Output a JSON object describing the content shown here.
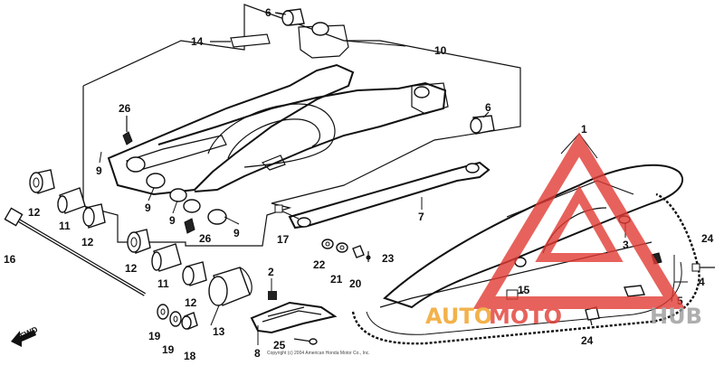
{
  "diagram": {
    "callouts": {
      "c1": "1",
      "c2": "2",
      "c3": "3",
      "c4": "4",
      "c5": "5",
      "c6a": "6",
      "c6b": "6",
      "c7": "7",
      "c8": "8",
      "c9a": "9",
      "c9b": "9",
      "c9c": "9",
      "c9d": "9",
      "c10": "10",
      "c11a": "11",
      "c11b": "11",
      "c12a": "12",
      "c12b": "12",
      "c12c": "12",
      "c12d": "12",
      "c13": "13",
      "c14": "14",
      "c15": "15",
      "c16": "16",
      "c17": "17",
      "c18": "18",
      "c19a": "19",
      "c19b": "19",
      "c20": "20",
      "c21": "21",
      "c22": "22",
      "c23": "23",
      "c24a": "24",
      "c24b": "24",
      "c25": "25",
      "c26a": "26",
      "c26b": "26"
    },
    "fwd_label": "FWD",
    "copyright": "Copyright (c) 2004 American Honda Motor Co., Inc."
  },
  "watermark": {
    "part1": "AUTO",
    "part2": "MOTO",
    "part3": "HUB",
    "colors": {
      "red": "#e23b34",
      "orange": "#f0a020",
      "gray": "#9a9a9a"
    }
  }
}
